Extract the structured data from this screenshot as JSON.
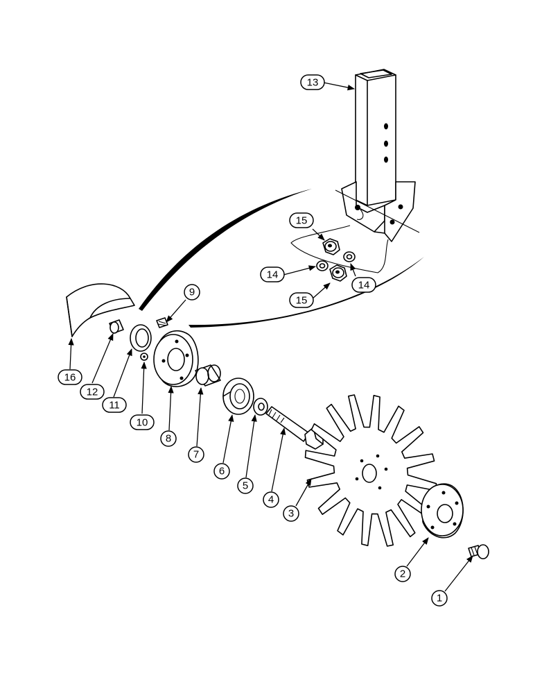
{
  "callouts": [
    {
      "id": "c1",
      "label": "1"
    },
    {
      "id": "c2",
      "label": "2"
    },
    {
      "id": "c3",
      "label": "3"
    },
    {
      "id": "c4",
      "label": "4"
    },
    {
      "id": "c5",
      "label": "5"
    },
    {
      "id": "c6",
      "label": "6"
    },
    {
      "id": "c7",
      "label": "7"
    },
    {
      "id": "c8",
      "label": "8"
    },
    {
      "id": "c9",
      "label": "9"
    },
    {
      "id": "c10",
      "label": "10"
    },
    {
      "id": "c11",
      "label": "11"
    },
    {
      "id": "c12",
      "label": "12"
    },
    {
      "id": "c13",
      "label": "13"
    },
    {
      "id": "c14a",
      "label": "14"
    },
    {
      "id": "c14b",
      "label": "14"
    },
    {
      "id": "c15a",
      "label": "15"
    },
    {
      "id": "c15b",
      "label": "15"
    },
    {
      "id": "c16",
      "label": "16"
    }
  ]
}
